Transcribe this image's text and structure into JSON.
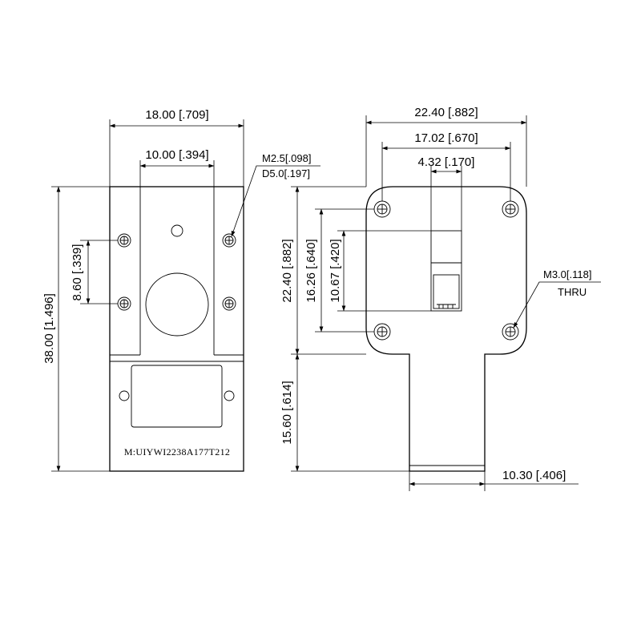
{
  "left_view": {
    "width_overall": "18.00 [.709]",
    "width_inner": "10.00 [.394]",
    "height_overall": "38.00 [1.496]",
    "hole_spacing": "8.60 [.339]",
    "hole_note_line1": "M2.5[.098]",
    "hole_note_line2": "D5.0[.197]",
    "marking": "M:UIYWI2238A177T212"
  },
  "right_view": {
    "width_overall": "22.40 [.882]",
    "hole_spacing_x": "17.02 [.670]",
    "connector_width": "4.32 [.170]",
    "height_plate": "22.40 [.882]",
    "hole_spacing_y": "16.26 [.640]",
    "connector_height": "10.67 [.420]",
    "tab_height": "15.60 [.614]",
    "tab_width": "10.30 [.406]",
    "hole_note_line1": "M3.0[.118]",
    "hole_note_line2": "THRU"
  }
}
